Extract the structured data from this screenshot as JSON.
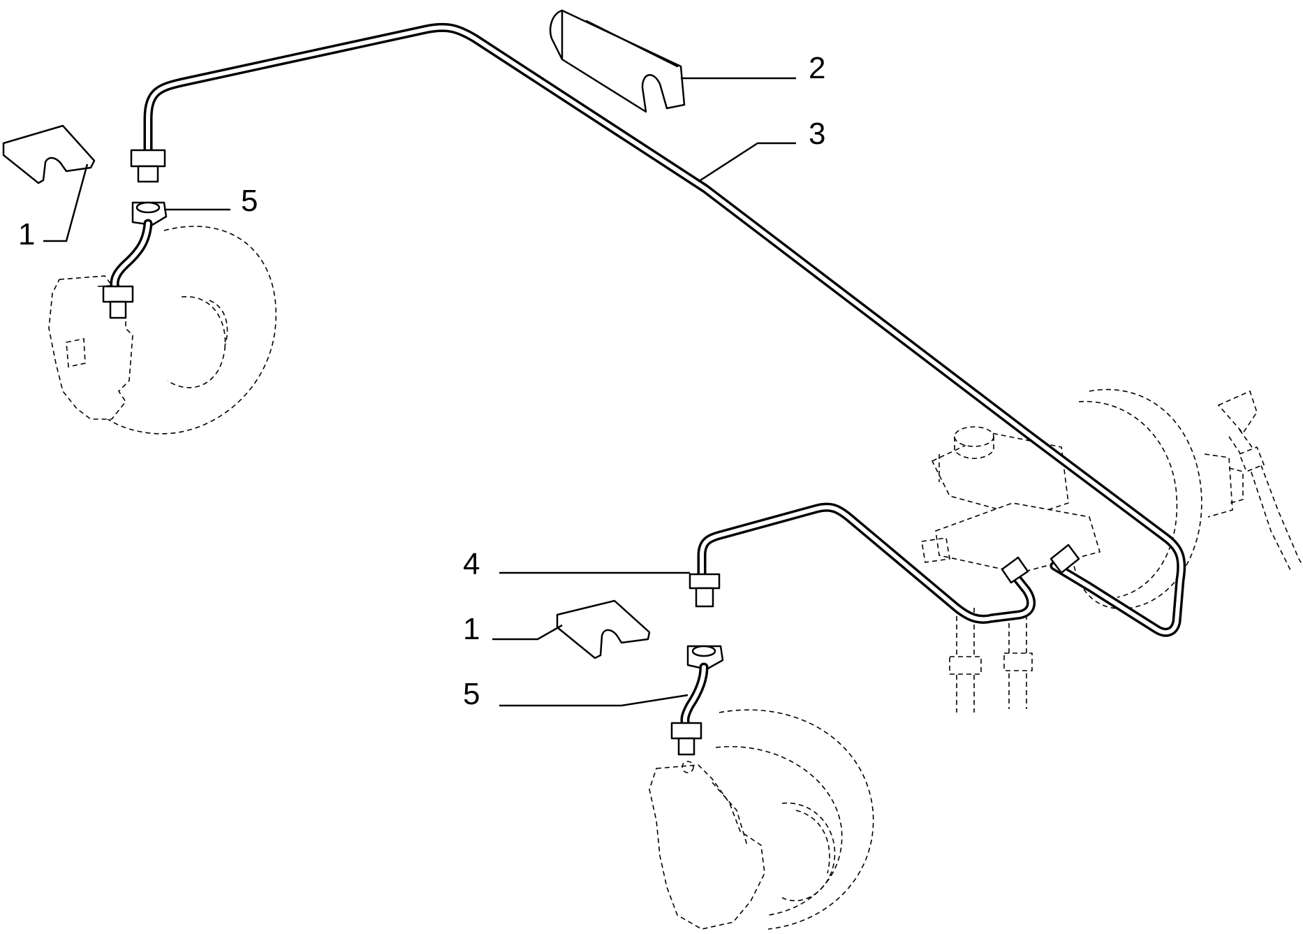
{
  "callouts": {
    "c1_top": "1",
    "c1_bottom": "1",
    "c2": "2",
    "c3": "3",
    "c4": "4",
    "c5_top": "5",
    "c5_bottom": "5"
  },
  "icons": {
    "left_brake_disc": "brake-disc-caliper",
    "right_brake_disc": "brake-disc-caliper",
    "master_cylinder": "master-cylinder-servo",
    "pedal": "brake-pedal"
  }
}
